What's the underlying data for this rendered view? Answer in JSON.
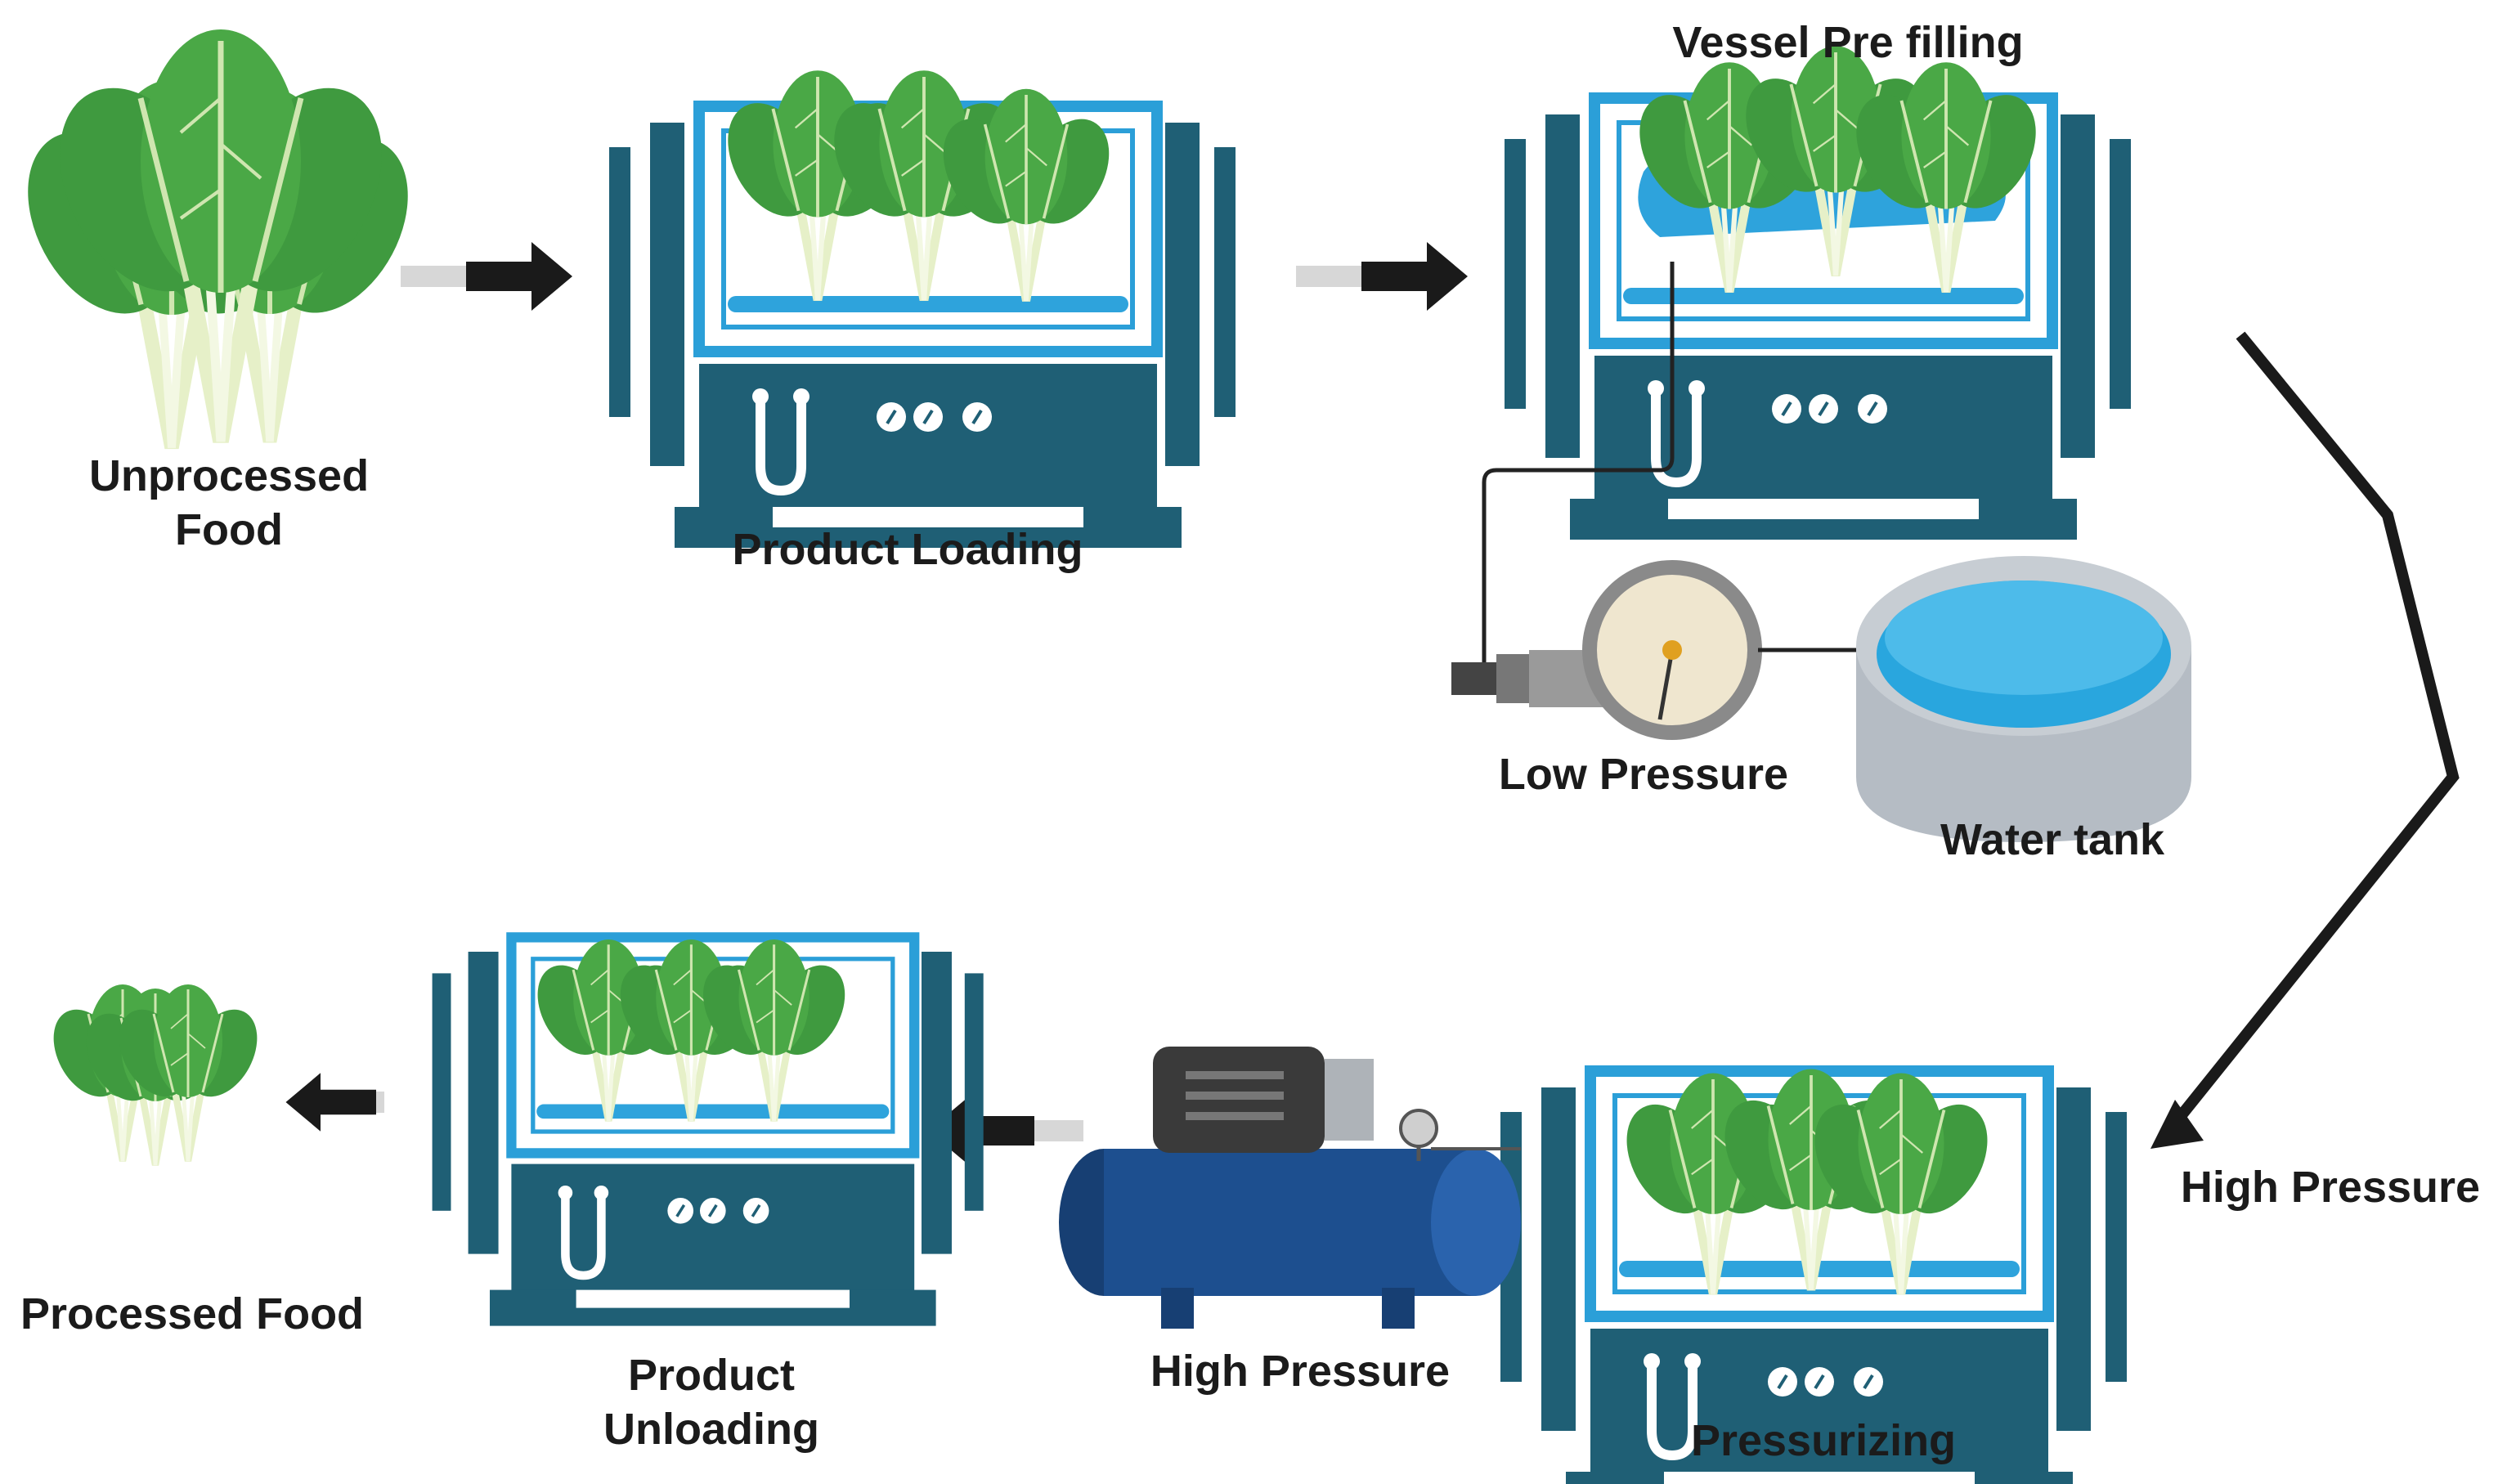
{
  "labels": {
    "unprocessed_food": [
      "Unprocessed",
      "Food"
    ],
    "product_loading": "Product Loading",
    "vessel_pre_filling": "Vessel Pre filling",
    "low_pressure": "Low Pressure",
    "water_tank": "Water tank",
    "high_pressure_right": "High Pressure",
    "pressurizing": "Pressurizing",
    "high_pressure_pump": "High Pressure",
    "product_unloading": [
      "Product",
      "Unloading"
    ],
    "processed_food": "Processed Food"
  },
  "colors": {
    "machine_dark": "#1f5f75",
    "vessel_frame": "#2b9fd8",
    "tray": "#2ea3dc",
    "leaf": "#3f9a3f",
    "leaf_dark": "#2f7a33",
    "stem": "#e6f0c8",
    "arrow": "#1a1a1a",
    "water": "#29a6de",
    "tank_rim": "#b5bcc4",
    "pump_tank": "#1d4f8f",
    "motor": "#3a3a3a"
  },
  "icons": [
    "spinach-icon",
    "hpp-machine-icon",
    "pressure-gauge-icon",
    "water-tank-icon",
    "air-compressor-icon",
    "arrow-icon"
  ]
}
